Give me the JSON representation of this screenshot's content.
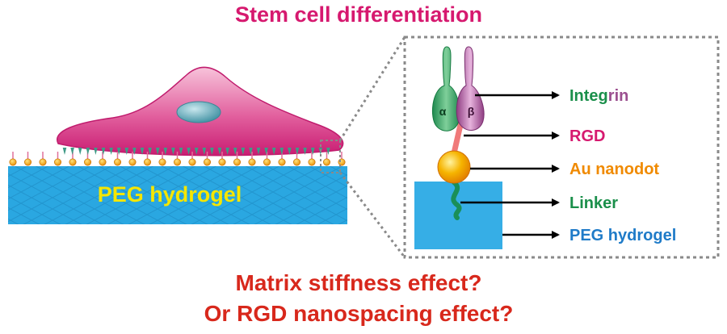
{
  "title": "Stem cell differentiation",
  "hydrogel_label": "PEG hydrogel",
  "question_line1": "Matrix stiffness effect?",
  "question_line2": "Or RGD nanospacing effect?",
  "inset": {
    "alpha_symbol": "α",
    "beta_symbol": "β",
    "labels": {
      "integrin_part1": "Integ",
      "integrin_part2": "rin",
      "rgd": "RGD",
      "au_nanodot": "Au nanodot",
      "linker": "Linker",
      "peg_hydrogel": "PEG hydrogel"
    }
  },
  "colors": {
    "title": "#d6196f",
    "question": "#d8281c",
    "hydrogel_fill": "#2aa7e1",
    "hydrogel_text": "#f5e600",
    "cell_fill": "#d92d82",
    "nucleus": "#4aa3b3",
    "integrin_green": "#1a8f4a",
    "integrin_purple": "#9b4f8f",
    "rgd": "#d6196f",
    "au_nanodot": "#f08a00",
    "linker": "#1a8f4a",
    "peg": "#1f7bc8"
  }
}
